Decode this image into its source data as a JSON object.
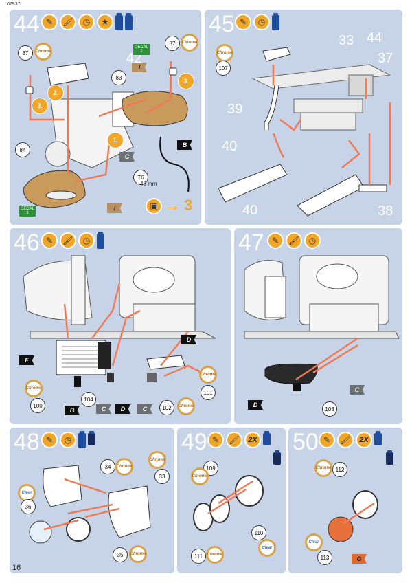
{
  "doc_code": "07937",
  "page_number": "16",
  "steps": {
    "s44": {
      "number": "44"
    },
    "s45": {
      "number": "45"
    },
    "s46": {
      "number": "46"
    },
    "s47": {
      "number": "47"
    },
    "s48": {
      "number": "48"
    },
    "s49": {
      "number": "49"
    },
    "s50": {
      "number": "50"
    }
  },
  "icon_text": {
    "x2": "2X"
  },
  "badge_text": {
    "chrome": "Chrome",
    "clear": "Clear"
  },
  "decal": {
    "word": "DECAL",
    "n1": "1",
    "n2": "2"
  },
  "parts": {
    "p33": "33",
    "p34": "34",
    "p35": "35",
    "p36": "36",
    "p37": "37",
    "p38": "38",
    "p39": "39",
    "p40": "40",
    "p42": "42",
    "p44": "44",
    "p83": "83",
    "p84": "84",
    "p87": "87",
    "p100": "100",
    "p101": "101",
    "p102": "102",
    "p103": "103",
    "p104": "104",
    "p107": "107",
    "p109": "109",
    "p110": "110",
    "p111": "111",
    "p112": "112",
    "p113": "113",
    "pT6": "T6"
  },
  "flags": {
    "B": "B",
    "C": "C",
    "D": "D",
    "F": "F",
    "G": "G",
    "I": "I"
  },
  "substeps": {
    "a1": "1.",
    "a2": "2.",
    "a3": "3."
  },
  "measure": "48 mm",
  "next_step": "3",
  "colors": {
    "panel": "#c7d3e6",
    "accent_orange": "#f2a628",
    "arrow": "#f07a56",
    "paint_blue": "#1d4d9c",
    "tank_gold": "#c89a5c",
    "lens_orange": "#e8703a"
  }
}
